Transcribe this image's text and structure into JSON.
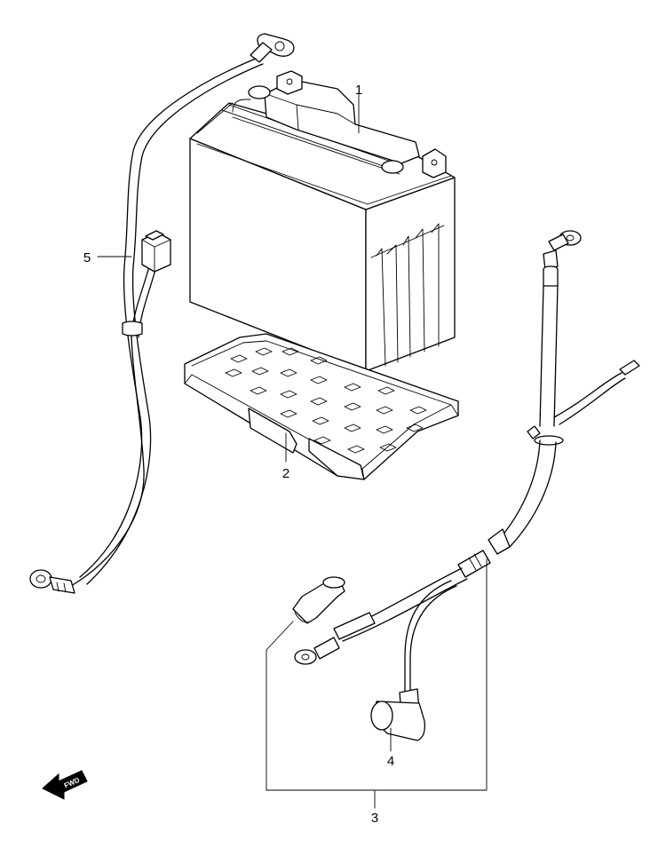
{
  "callouts": {
    "part_1": "1",
    "part_2": "2",
    "part_3": "3",
    "part_4": "4",
    "part_5": "5"
  },
  "direction_badge": "FWD"
}
